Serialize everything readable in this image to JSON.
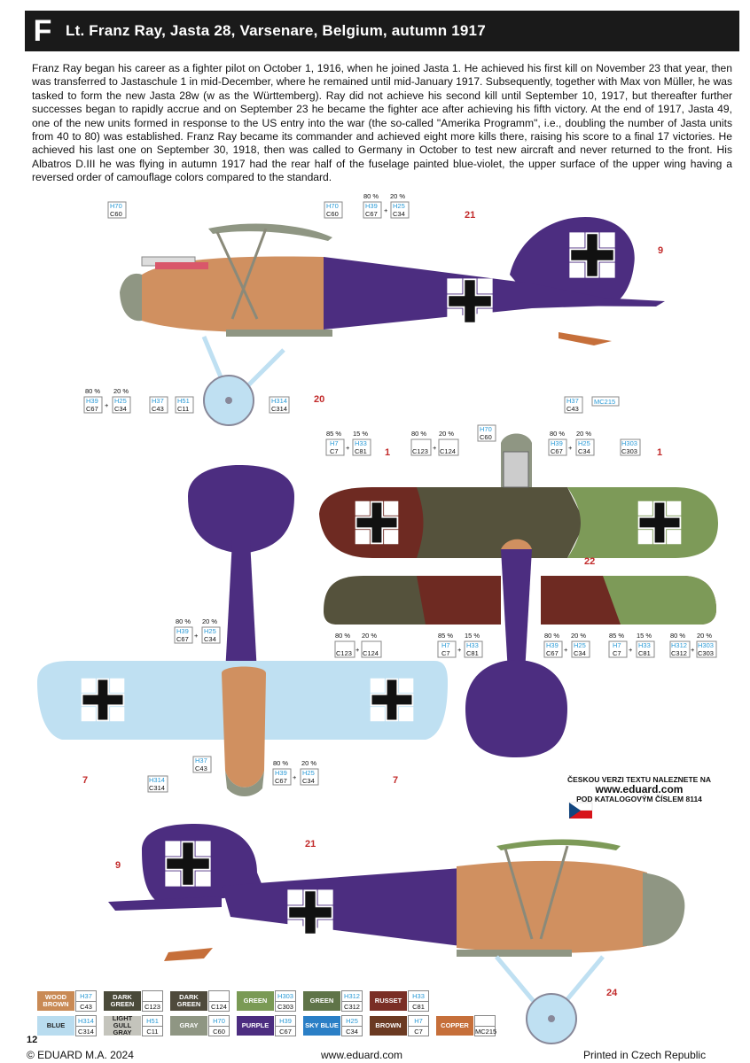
{
  "header": {
    "letter": "F",
    "title": "Lt. Franz Ray, Jasta 28, Varsenare, Belgium, autumn 1917"
  },
  "description": "Franz Ray began his career as a fighter pilot on October 1, 1916, when he joined Jasta 1. He achieved his first kill on November 23 that year, then was transferred to Jastaschule 1 in mid-December, where he remained until mid-January 1917. Subsequently, together with Max von Müller, he was tasked to form the new Jasta 28w (w as the Württemberg). Ray did not achieve his second kill until September 10, 1917, but thereafter further successes began to rapidly accrue and on September 23 he became the fighter ace after achieving his fifth victory. At the end of 1917, Jasta 49, one of the new units formed in response to the US entry into the war (the so-called \"Amerika Programm\", i.e., doubling the number of Jasta units from 40 to 80) was established. Franz Ray became its commander and achieved eight more kills there, raising his score to a final 17 victories. He achieved his last one on September 30, 1918, then was called to Germany in October to test new aircraft and never returned to the front. His Albatros D.III he was flying in autumn 1917 had the rear half of the fuselage painted blue-violet, the upper surface of the upper wing having a reversed order of camouflage colors compared to the standard.",
  "callouts": {
    "n21": "21",
    "n9": "9",
    "n20": "20",
    "n1": "1",
    "n22": "22",
    "n7": "7",
    "n24": "24",
    "p80": "80 %",
    "p20": "20 %",
    "p85": "85 %",
    "p15": "15 %",
    "plus": "+"
  },
  "codes": {
    "H70": "H70",
    "C60": "C60",
    "H39": "H39",
    "C67": "C67",
    "H25": "H25",
    "C34": "C34",
    "H37": "H37",
    "C43": "C43",
    "H51": "H51",
    "C11": "C11",
    "H314": "H314",
    "C314": "C314",
    "MC215": "MC215",
    "H7": "H7",
    "C7": "C7",
    "H33": "H33",
    "C81": "C81",
    "C123": "C123",
    "C124": "C124",
    "H303": "H303",
    "C303": "C303",
    "H312": "H312",
    "C312": "C312"
  },
  "note": {
    "line1": "ČESKOU VERZI TEXTU NALEZNETE NA",
    "url": "www.eduard.com",
    "line2": "POD KATALOGOVÝM ČÍSLEM 8114"
  },
  "legend": [
    {
      "name": "WOOD BROWN",
      "h": "H37",
      "c": "C43",
      "color": "#c98a55",
      "text": "#fff"
    },
    {
      "name": "DARK GREEN",
      "h": "",
      "c": "C123",
      "color": "#4a4a3a",
      "text": "#fff"
    },
    {
      "name": "DARK GREEN",
      "h": "",
      "c": "C124",
      "color": "#4f4a3c",
      "text": "#fff"
    },
    {
      "name": "GREEN",
      "h": "H303",
      "c": "C303",
      "color": "#7a9a55",
      "text": "#fff"
    },
    {
      "name": "GREEN",
      "h": "H312",
      "c": "C312",
      "color": "#5f7448",
      "text": "#fff"
    },
    {
      "name": "RUSSET",
      "h": "H33",
      "c": "C81",
      "color": "#7a2e25",
      "text": "#fff"
    },
    {
      "name": "BLUE",
      "h": "H314",
      "c": "C314",
      "color": "#b9dcef",
      "text": "#222"
    },
    {
      "name": "LIGHT GULL GRAY",
      "h": "H51",
      "c": "C11",
      "color": "#c4c4bc",
      "text": "#222"
    },
    {
      "name": "GRAY",
      "h": "H70",
      "c": "C60",
      "color": "#8f9683",
      "text": "#fff"
    },
    {
      "name": "PURPLE",
      "h": "H39",
      "c": "C67",
      "color": "#4c2d80",
      "text": "#fff"
    },
    {
      "name": "SKY BLUE",
      "h": "H25",
      "c": "C34",
      "color": "#2a7fc6",
      "text": "#fff"
    },
    {
      "name": "BROWN",
      "h": "H7",
      "c": "C7",
      "color": "#6b3a22",
      "text": "#fff"
    },
    {
      "name": "COPPER",
      "h": "",
      "c": "MC215",
      "color": "#c66f3a",
      "text": "#fff"
    }
  ],
  "footer": {
    "page": "12",
    "copyright": "© EDUARD M.A. 2024",
    "site": "www.eduard.com",
    "printed": "Printed in Czech Republic"
  },
  "colors": {
    "purple": "#4c2d80",
    "wood": "#d09060",
    "blue": "#bfe0f2",
    "gray": "#8f9683",
    "russet": "#6e2a22",
    "dark_green": "#55523c",
    "green": "#7d9a58",
    "callout_red": "#c22a2a",
    "code_blue": "#2a9ad6"
  }
}
